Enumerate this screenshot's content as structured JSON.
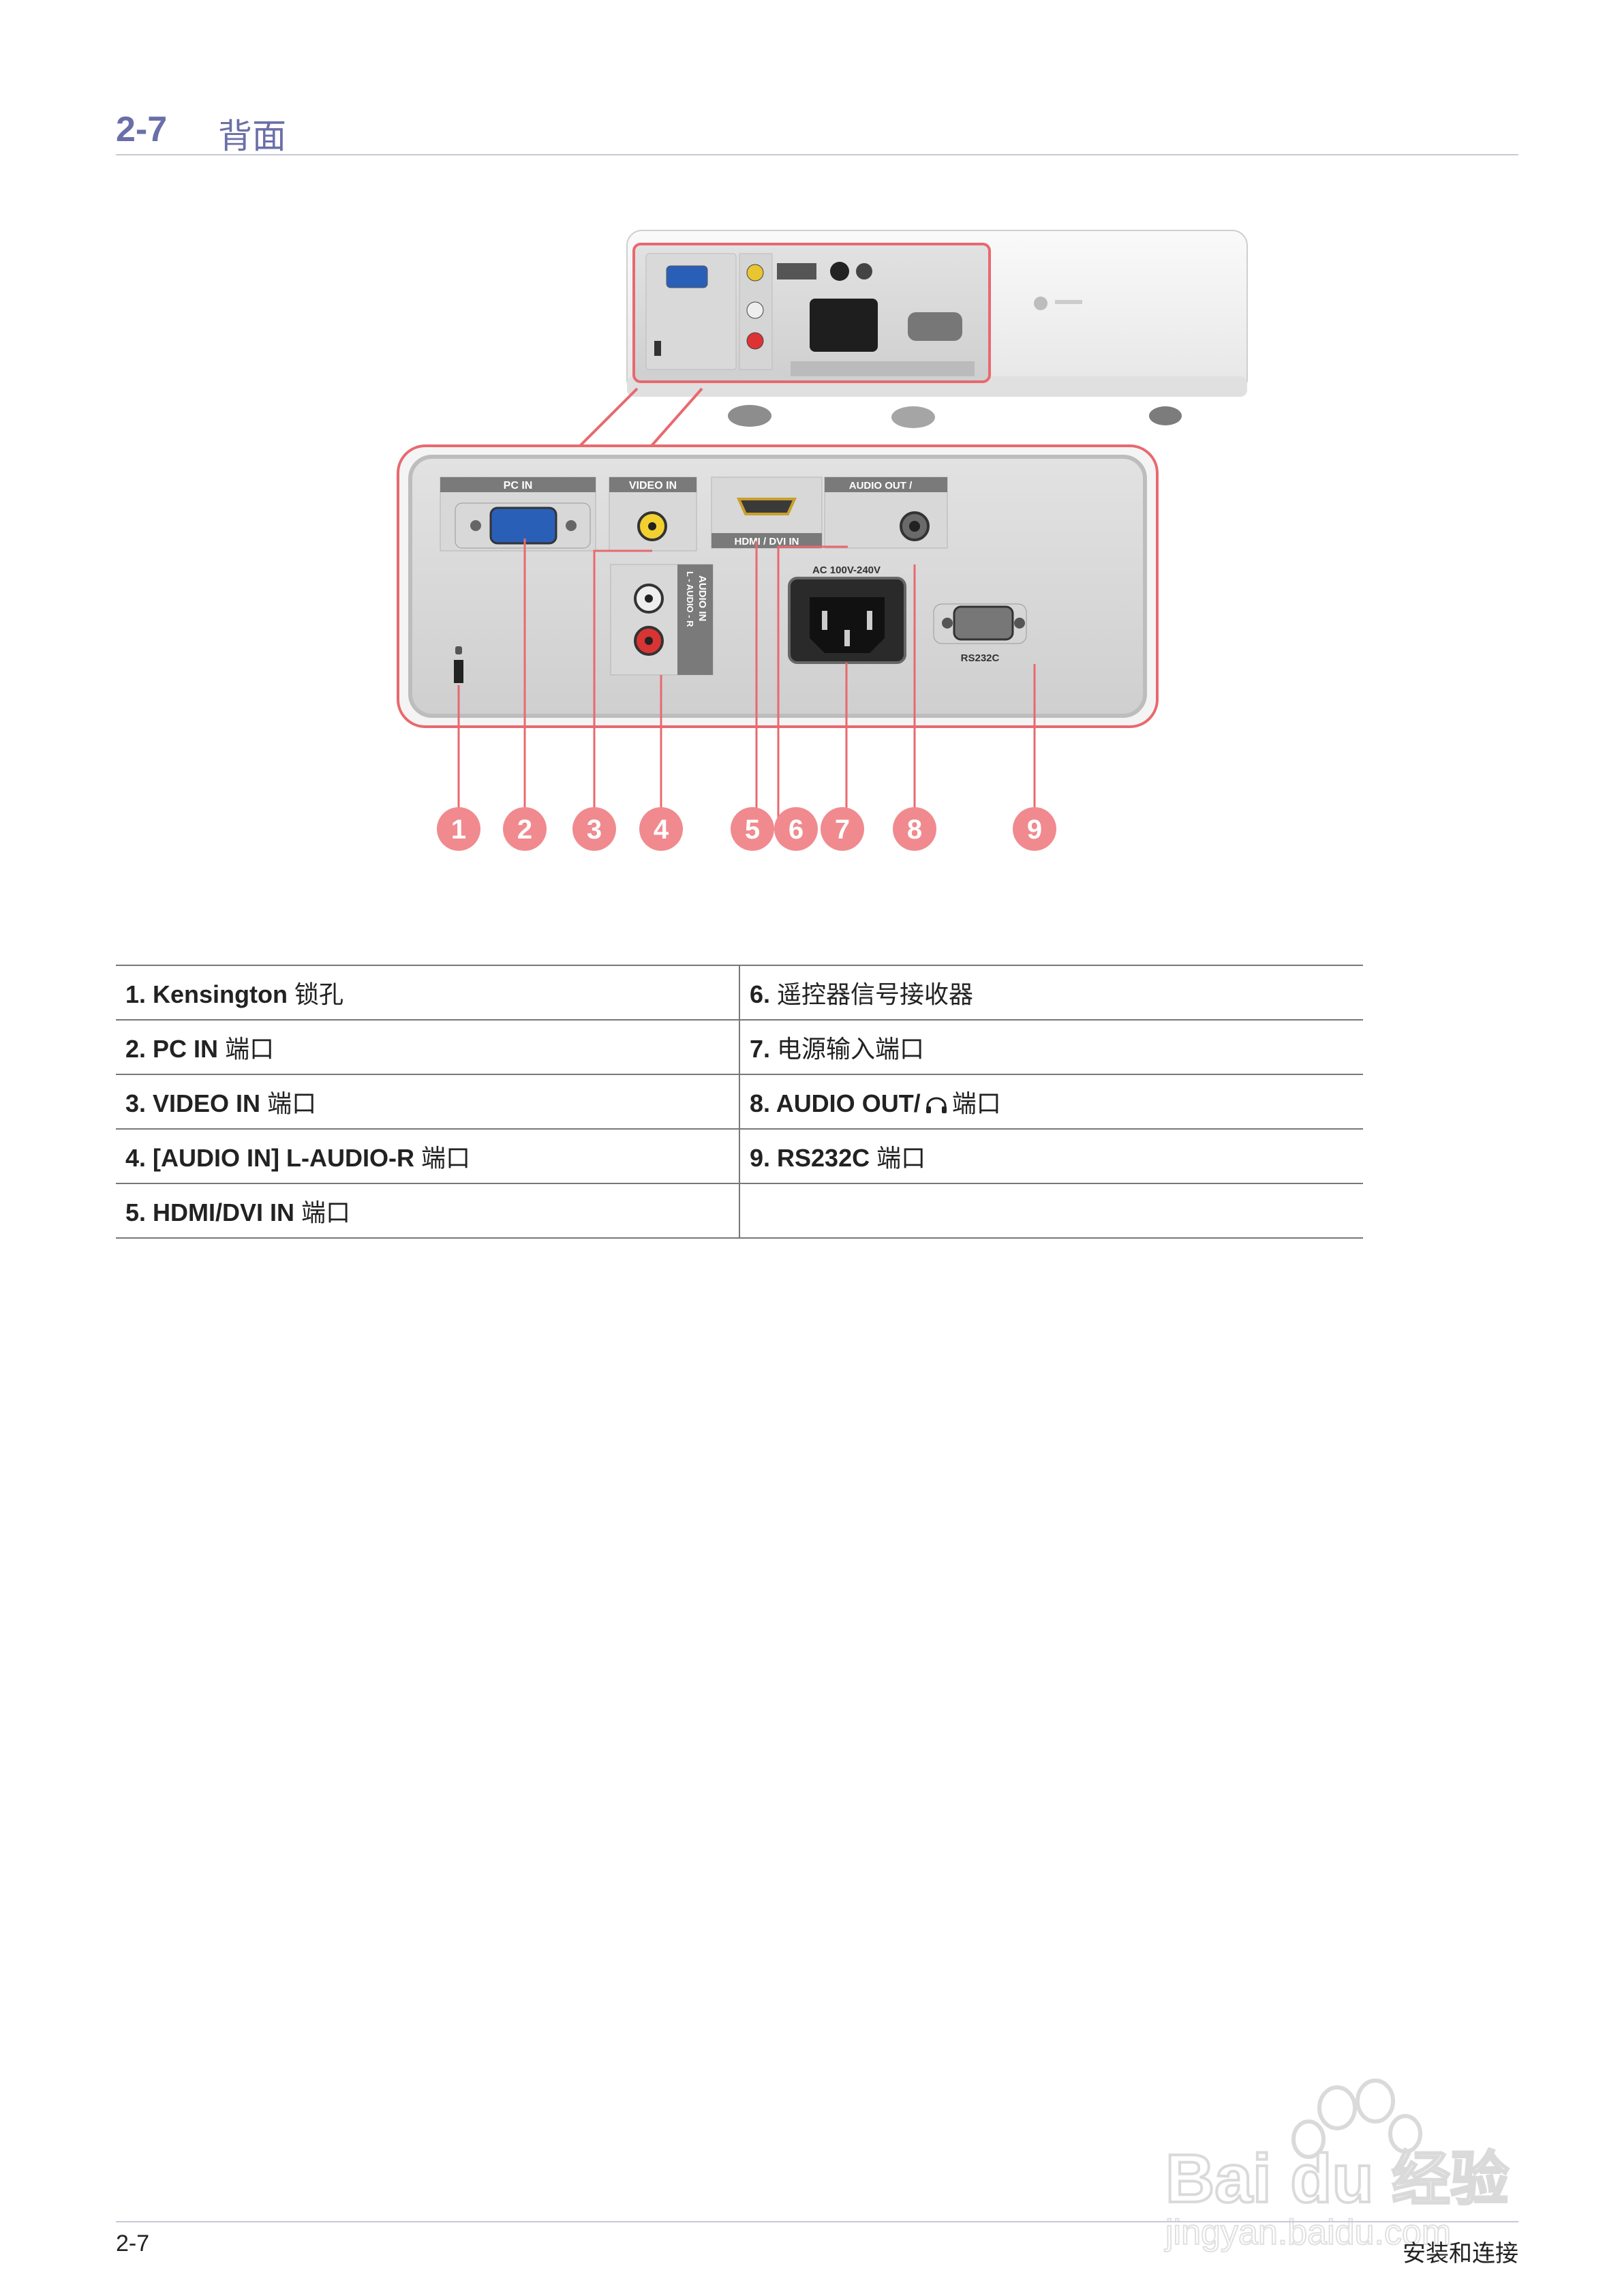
{
  "header": {
    "number": "2-7",
    "title": "背面"
  },
  "figure": {
    "panel_labels": {
      "pc_in": "PC IN",
      "video_in": "VIDEO IN",
      "hdmi": "HDMI / DVI IN",
      "audio_out": "AUDIO OUT /",
      "audio_in": "AUDIO IN",
      "audio_in_sub": "L - AUDIO - R",
      "ac": "AC 100V-240V",
      "rs232c": "RS232C"
    },
    "callouts": [
      "1",
      "2",
      "3",
      "4",
      "5",
      "6",
      "7",
      "8",
      "9"
    ],
    "accent_color": "#e8696e"
  },
  "table": {
    "rows": [
      {
        "left": {
          "num": "1. Kensington",
          "zh": "锁孔"
        },
        "right": {
          "num": "6.",
          "zh": "遥控器信号接收器"
        }
      },
      {
        "left": {
          "num": "2. PC IN",
          "zh": "端口"
        },
        "right": {
          "num": "7.",
          "zh": "电源输入端口"
        }
      },
      {
        "left": {
          "num": "3. VIDEO IN",
          "zh": "端口"
        },
        "right": {
          "num": "8. AUDIO OUT/",
          "zh": "端口",
          "icon": "headphones-icon"
        }
      },
      {
        "left": {
          "num": "4. [AUDIO IN] L-AUDIO-R",
          "zh": "端口"
        },
        "right": {
          "num": "9. RS232C",
          "zh": "端口"
        }
      },
      {
        "left": {
          "num": "5. HDMI/DVI IN",
          "zh": "端口"
        },
        "right": {
          "num": "",
          "zh": ""
        }
      }
    ]
  },
  "footer": {
    "page": "2-7",
    "section": "安装和连接"
  },
  "watermark": {
    "brand": "Bai du",
    "brand_zh": "经验",
    "url": "jingyan.baidu.com"
  }
}
